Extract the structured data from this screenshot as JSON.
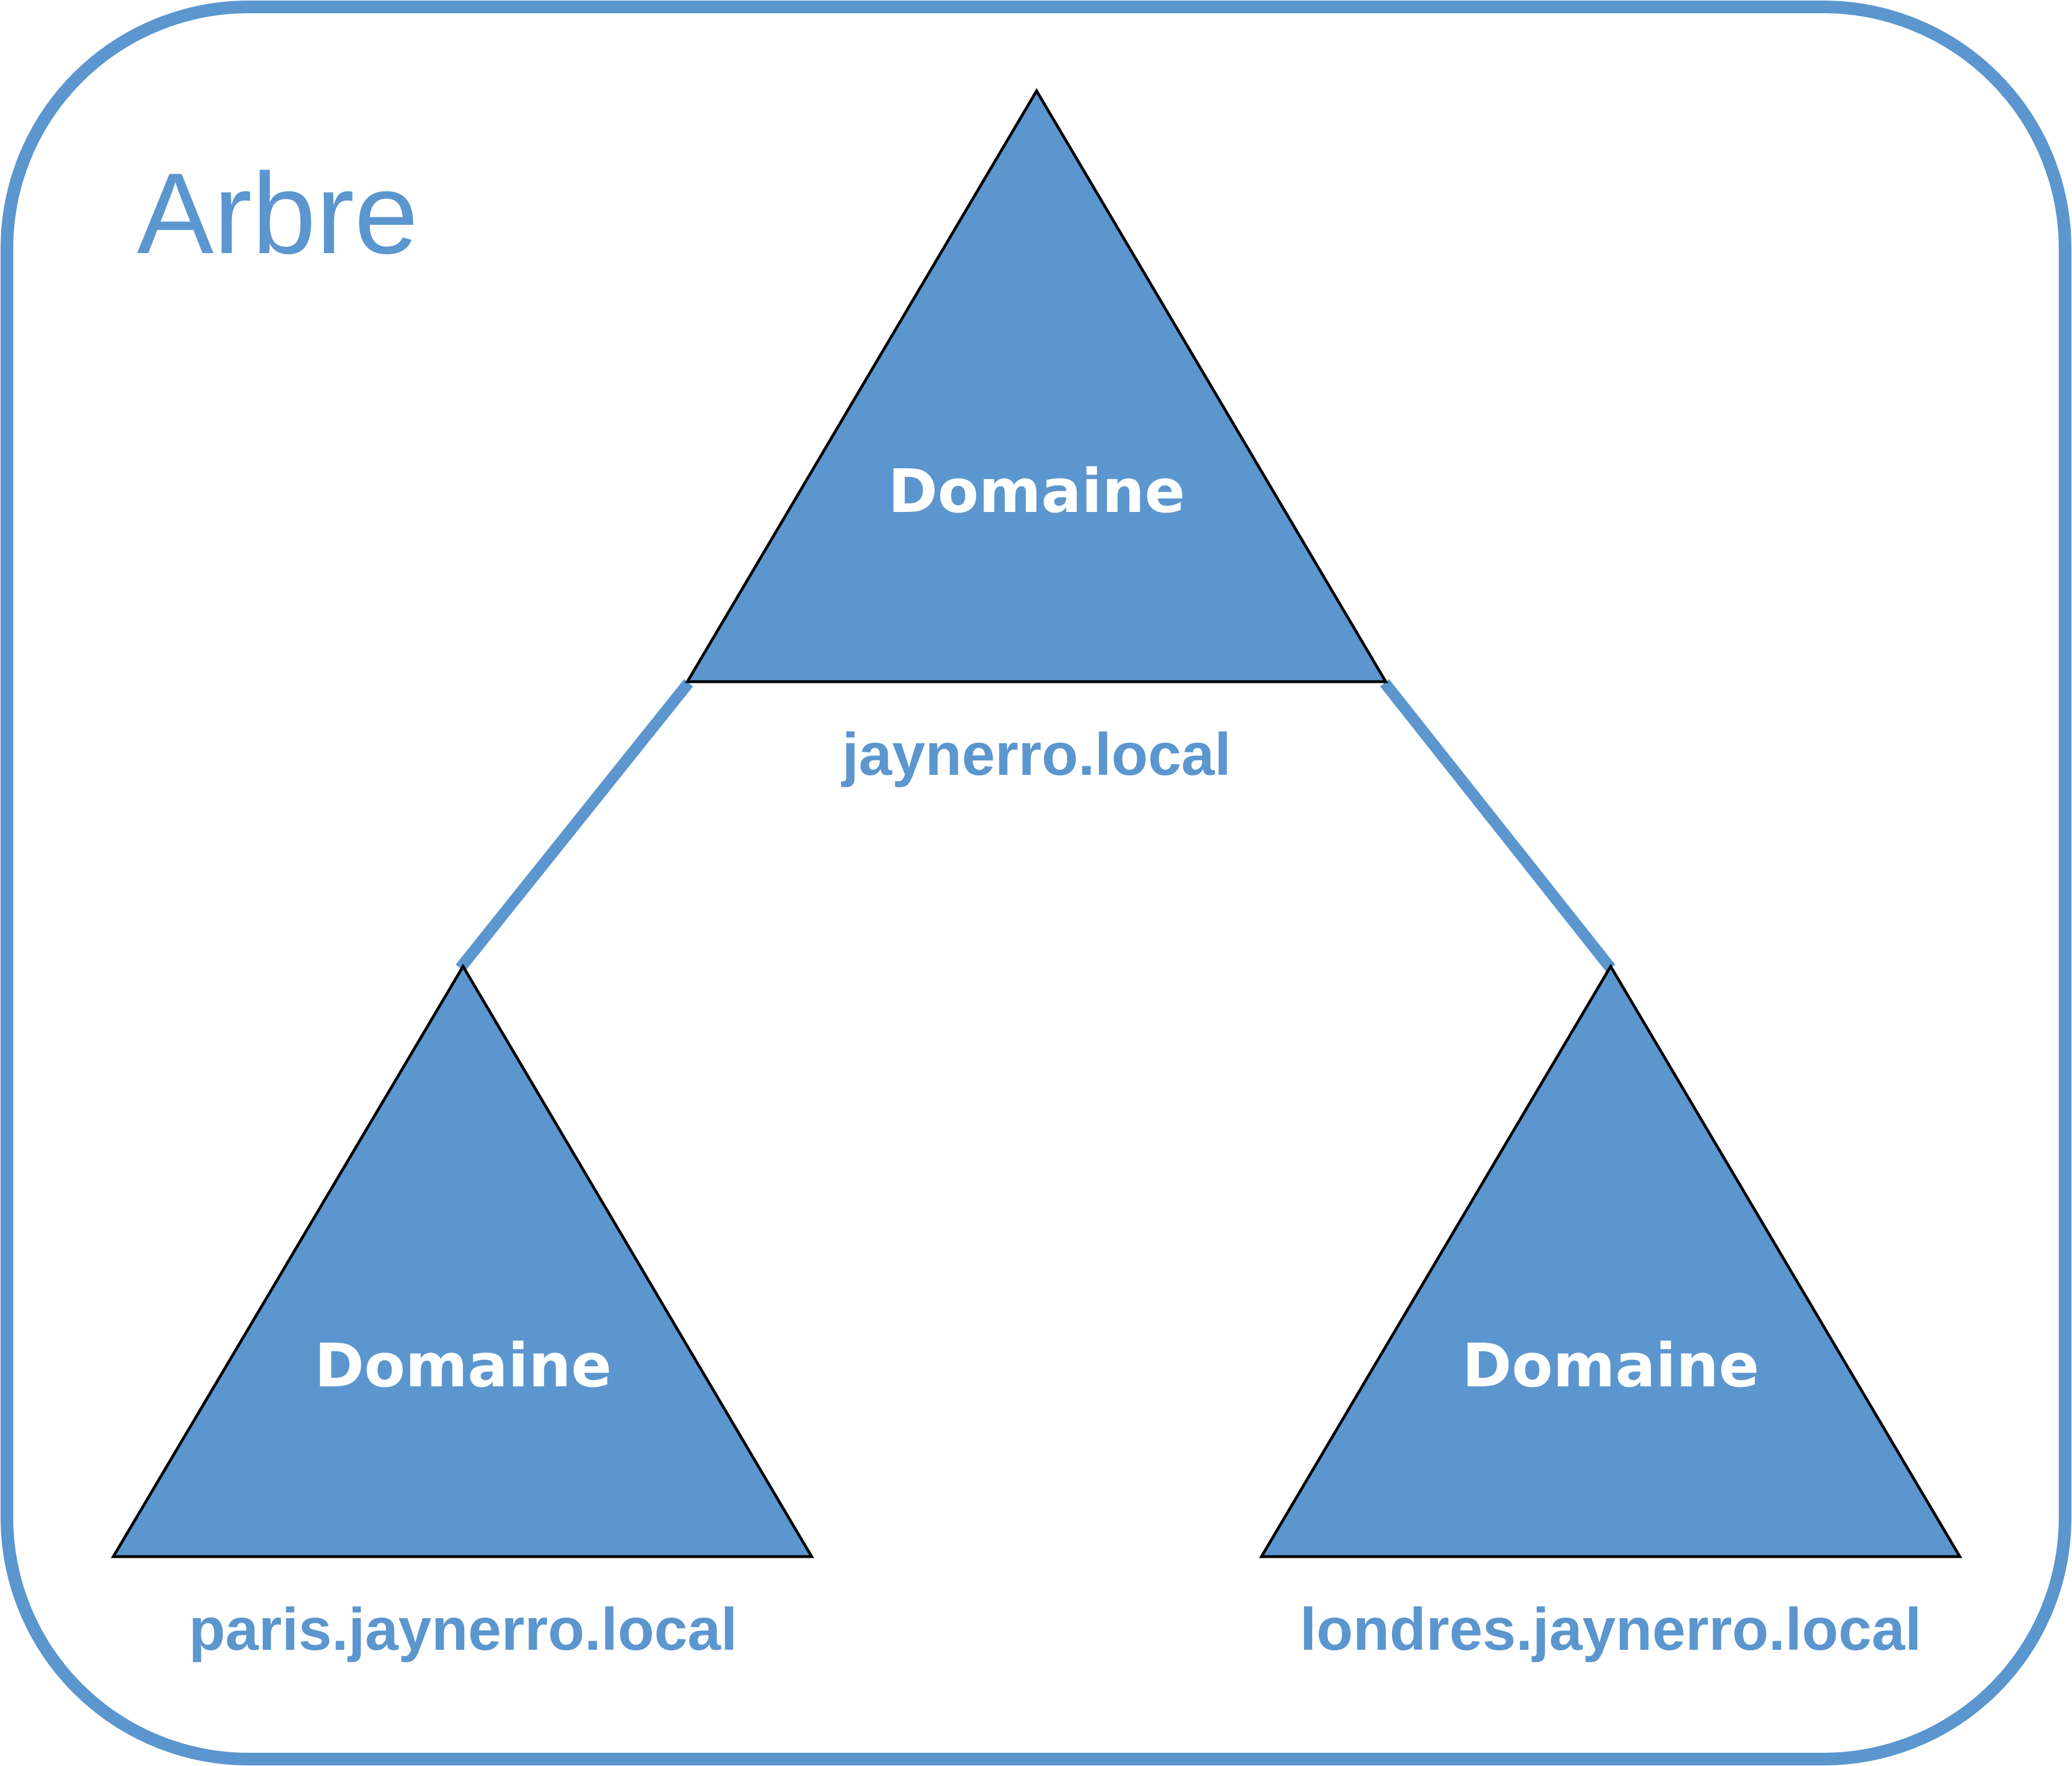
{
  "colors": {
    "accent": "#5B96CF",
    "outline": "#000000",
    "label_on_shape": "#FFFFFF",
    "background": "#FFFFFF"
  },
  "tree": {
    "title": "Arbre"
  },
  "domains": [
    {
      "role": "root",
      "label": "Domaine",
      "name": "jaynerro.local"
    },
    {
      "role": "child",
      "label": "Domaine",
      "name": "paris.jaynerro.local"
    },
    {
      "role": "child",
      "label": "Domaine",
      "name": "londres.jaynerro.local"
    }
  ]
}
